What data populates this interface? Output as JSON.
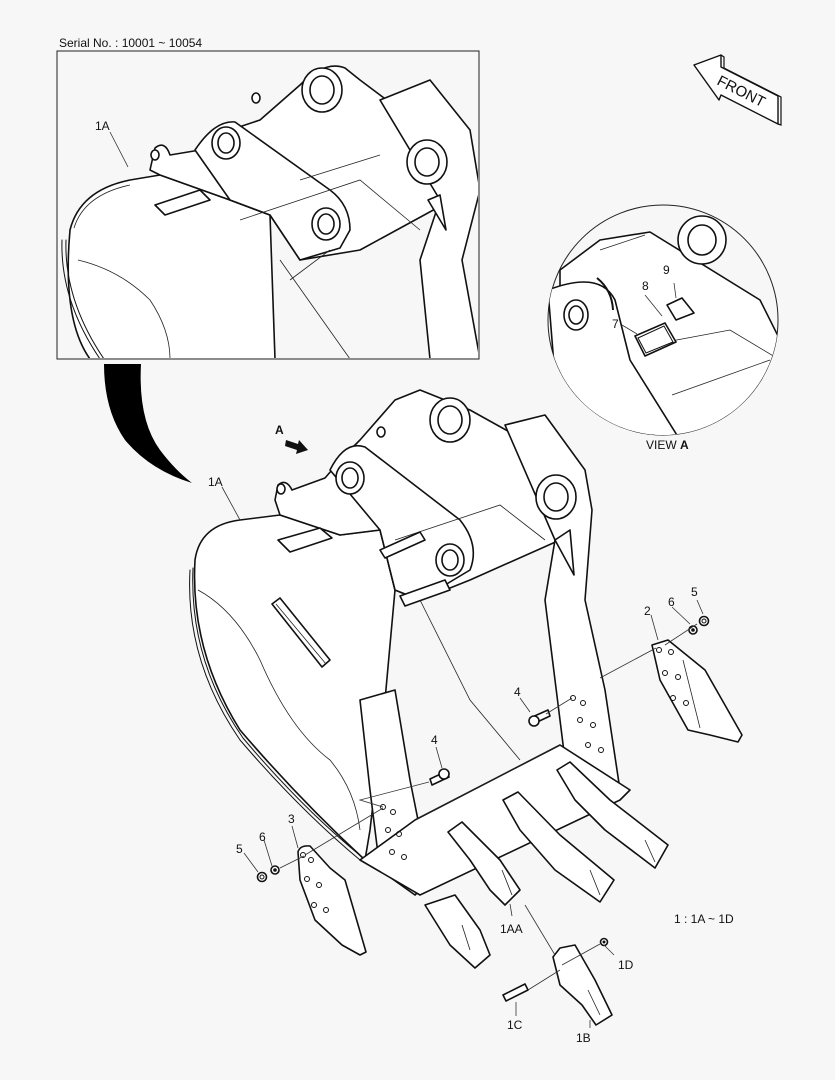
{
  "header": {
    "serial_label": "Serial No. : 10001 ~ 10054"
  },
  "orientation": {
    "front_label": "FRONT",
    "icon": "front-arrow-icon"
  },
  "inset_view": {
    "caption_prefix": "VIEW ",
    "caption_letter": "A"
  },
  "view_arrow": {
    "label": "A"
  },
  "callouts": {
    "inset_1A": "1A",
    "main_1A": "1A",
    "c2": "2",
    "c3": "3",
    "c4_upper": "4",
    "c4_lower": "4",
    "c5_right": "5",
    "c6_right": "6",
    "c5_left": "5",
    "c6_left": "6",
    "c7": "7",
    "c8": "8",
    "c9": "9",
    "c1AA": "1AA",
    "c1B": "1B",
    "c1C": "1C",
    "c1D": "1D"
  },
  "legend": {
    "text": "1 : 1A ~ 1D"
  },
  "colors": {
    "background": "#f7f7f7",
    "line": "#111111",
    "fill": "#ffffff"
  }
}
